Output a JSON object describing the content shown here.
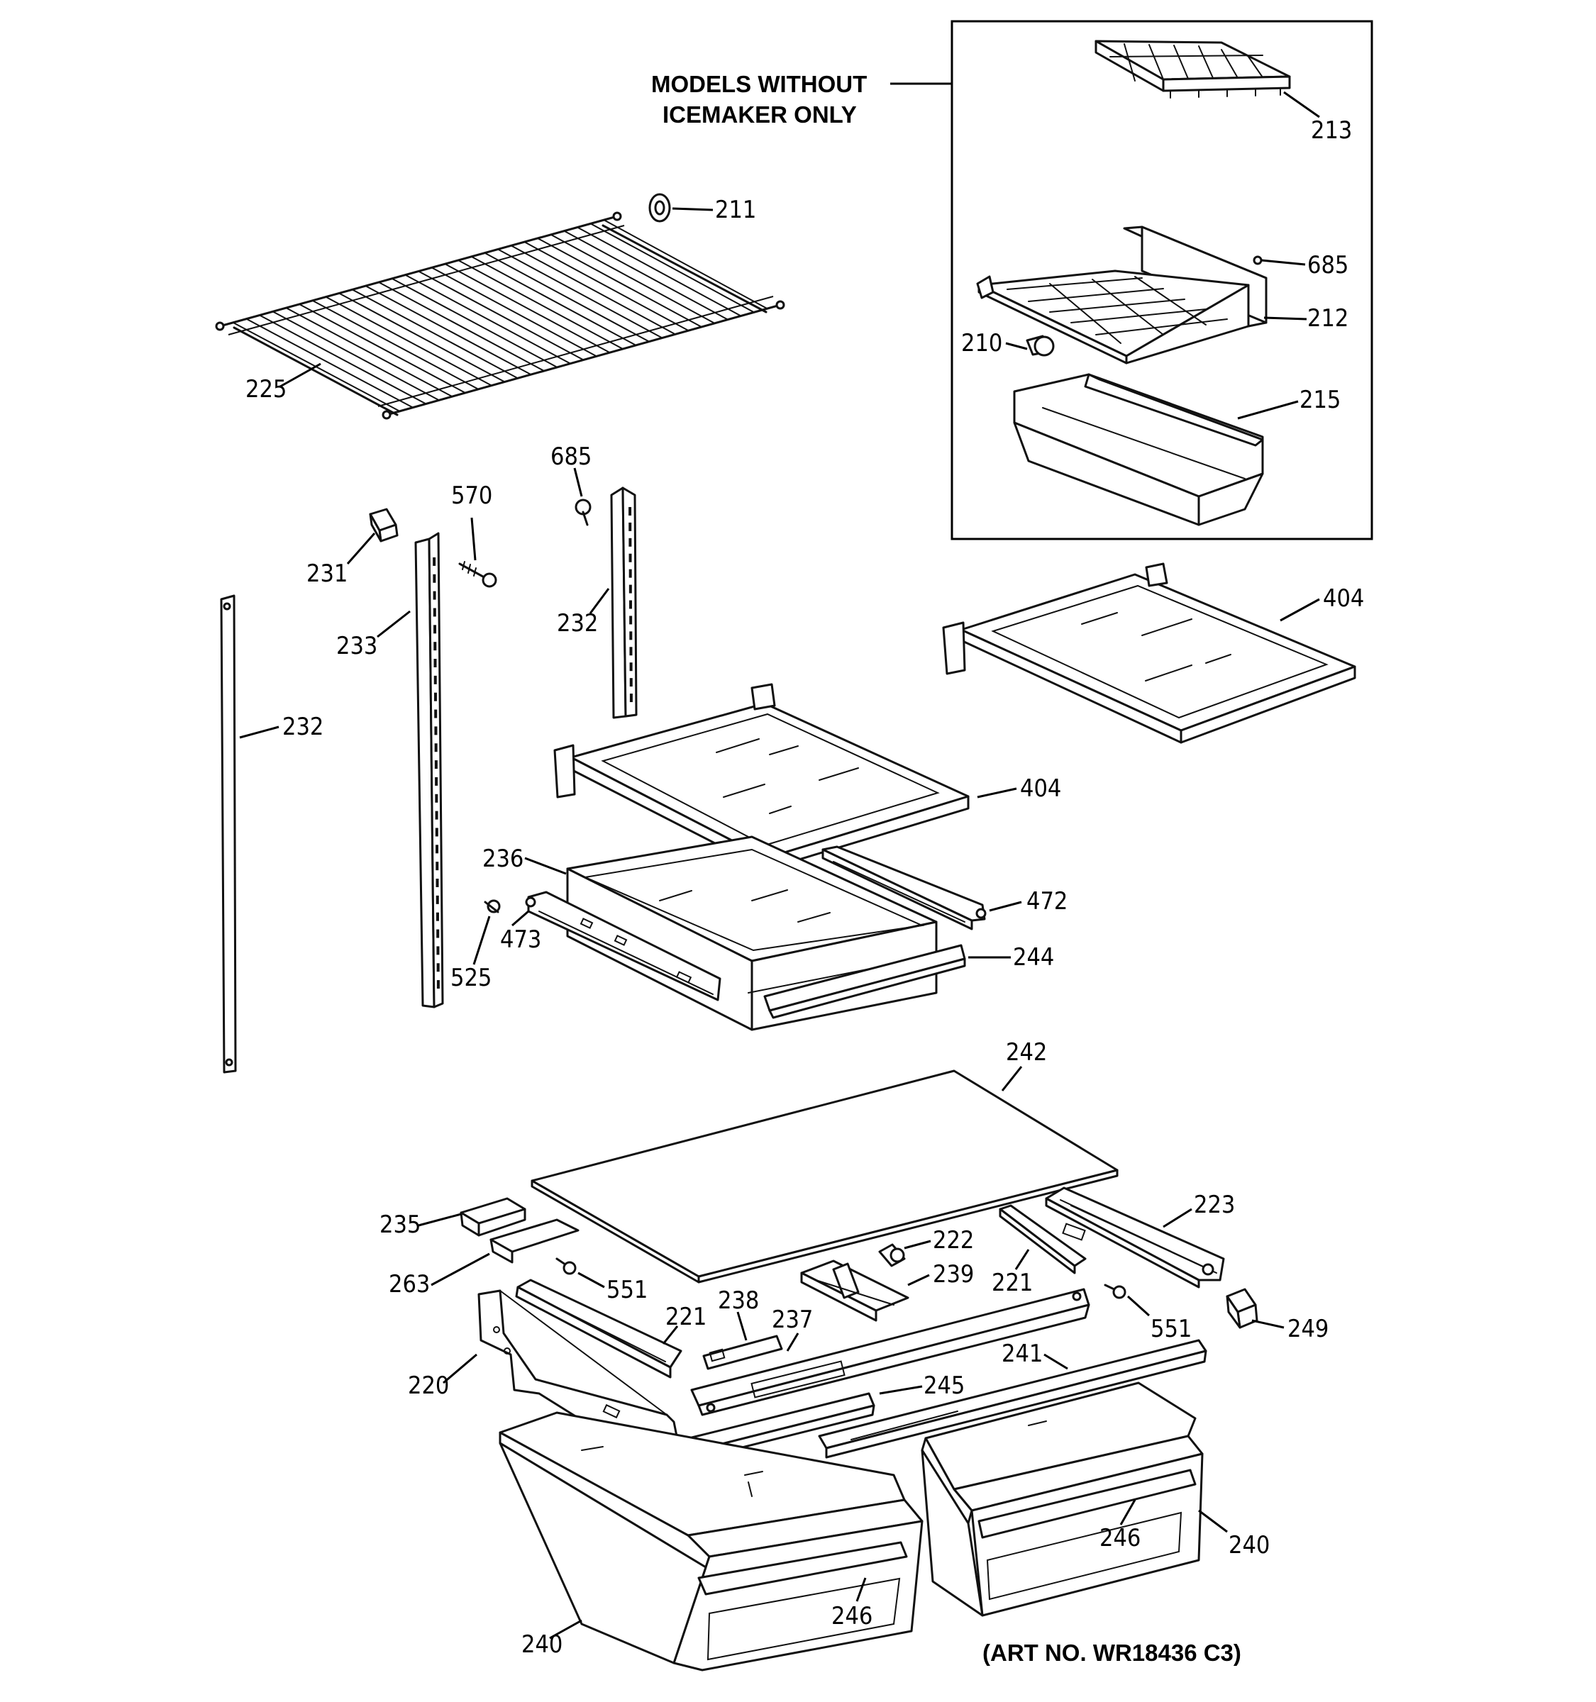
{
  "diagram": {
    "note_line1": "MODELS WITHOUT",
    "note_line2": "ICEMAKER ONLY",
    "art_no": "(ART NO. WR18436 C3)",
    "labels": {
      "p213": "213",
      "p211": "211",
      "p685a": "685",
      "p212": "212",
      "p210": "210",
      "p215": "215",
      "p225": "225",
      "p685b": "685",
      "p570": "570",
      "p231": "231",
      "p233": "233",
      "p232a": "232",
      "p232b": "232",
      "p404a": "404",
      "p404b": "404",
      "p236": "236",
      "p472": "472",
      "p473": "473",
      "p525": "525",
      "p244": "244",
      "p242": "242",
      "p235": "235",
      "p223": "223",
      "p222": "222",
      "p263": "263",
      "p239": "239",
      "p221a": "221",
      "p551a": "551",
      "p238": "238",
      "p237": "237",
      "p221b": "221",
      "p551b": "551",
      "p249": "249",
      "p220": "220",
      "p241": "241",
      "p245": "245",
      "p246a": "246",
      "p240a": "240",
      "p246b": "246",
      "p240b": "240"
    }
  }
}
